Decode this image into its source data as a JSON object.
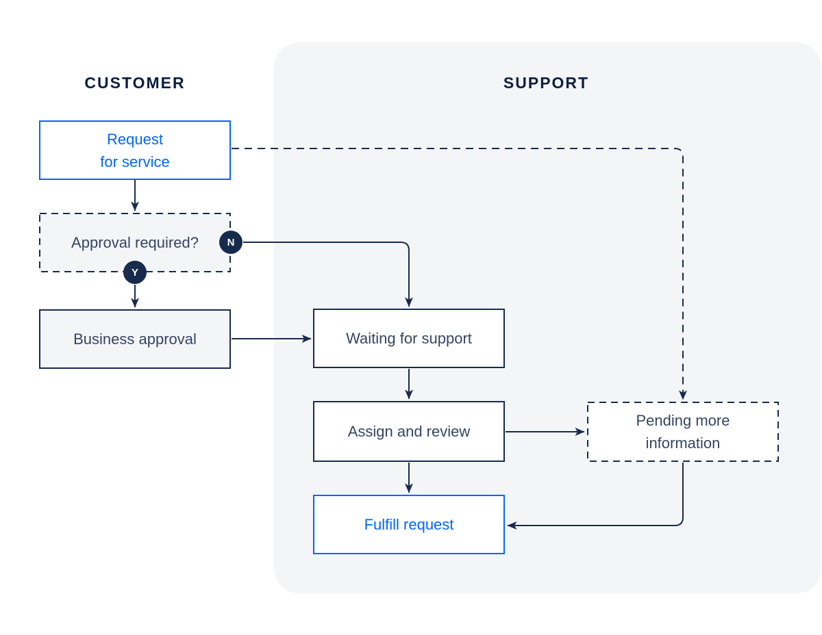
{
  "colors": {
    "navy": "#172B4D",
    "heading": "#091E42",
    "label": "#344563",
    "blue": "#0065FF",
    "panel": "#F4F5F7",
    "white": "#FFFFFF"
  },
  "lanes": {
    "customer": {
      "label": "CUSTOMER"
    },
    "support": {
      "label": "SUPPORT"
    }
  },
  "nodes": {
    "request": {
      "label": "Request\nfor service",
      "style": "blue-outline"
    },
    "approval": {
      "label": "Approval required?",
      "style": "dashed-gray"
    },
    "business": {
      "label": "Business approval",
      "style": "solid-gray"
    },
    "waiting": {
      "label": "Waiting for support",
      "style": "solid-white"
    },
    "assign": {
      "label": "Assign and review",
      "style": "solid-white"
    },
    "pending": {
      "label": "Pending more\ninformation",
      "style": "dashed-white"
    },
    "fulfill": {
      "label": "Fulfill request",
      "style": "blue-outline"
    }
  },
  "badges": {
    "no": {
      "label": "N"
    },
    "yes": {
      "label": "Y"
    }
  },
  "edges": [
    {
      "from": "request",
      "to": "approval",
      "style": "solid"
    },
    {
      "from": "request",
      "to": "pending",
      "style": "dashed"
    },
    {
      "from": "approval",
      "to": "waiting",
      "style": "solid",
      "branch": "N"
    },
    {
      "from": "approval",
      "to": "business",
      "style": "solid",
      "branch": "Y"
    },
    {
      "from": "business",
      "to": "waiting",
      "style": "solid"
    },
    {
      "from": "waiting",
      "to": "assign",
      "style": "solid"
    },
    {
      "from": "assign",
      "to": "pending",
      "style": "solid"
    },
    {
      "from": "assign",
      "to": "fulfill",
      "style": "solid"
    },
    {
      "from": "pending",
      "to": "fulfill",
      "style": "solid"
    }
  ]
}
